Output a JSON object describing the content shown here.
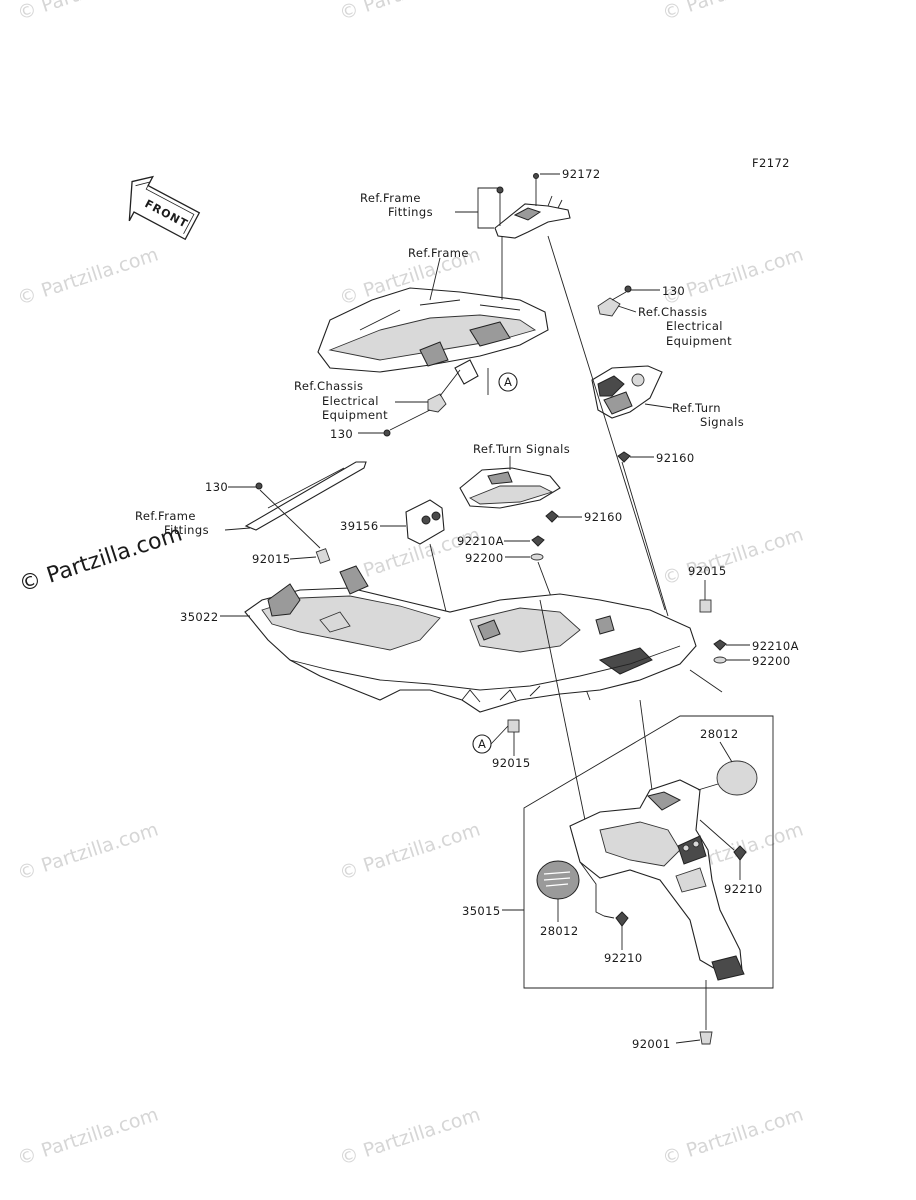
{
  "figure_code": "F2172",
  "front_arrow": "FRONT",
  "watermarks": {
    "text": "© Partzilla.com",
    "prominent_text": "© Partzilla.com"
  },
  "callouts": {
    "ref_frame_fittings_top_1": "Ref.Frame",
    "ref_frame_fittings_top_2": "Fittings",
    "part_92172": "92172",
    "ref_frame": "Ref.Frame",
    "part_130_right": "130",
    "ref_chassis_right_1": "Ref.Chassis",
    "ref_chassis_right_2": "Electrical",
    "ref_chassis_right_3": "Equipment",
    "ref_chassis_left_1": "Ref.Chassis",
    "ref_chassis_left_2": "Electrical",
    "ref_chassis_left_3": "Equipment",
    "part_130_left": "130",
    "marker_a": "A",
    "ref_turn_right_1": "Ref.Turn",
    "ref_turn_right_2": "Signals",
    "part_92160_right": "92160",
    "ref_turn_center": "Ref.Turn Signals",
    "part_130_mid": "130",
    "ref_frame_fittings_left_1": "Ref.Frame",
    "ref_frame_fittings_left_2": "Fittings",
    "part_39156": "39156",
    "part_92160_center": "92160",
    "part_92210A_center": "92210A",
    "part_92200_center": "92200",
    "part_92015_left": "92015",
    "part_92015_right": "92015",
    "part_35022": "35022",
    "part_92210A_right": "92210A",
    "part_92200_right": "92200",
    "part_92015_bottom": "92015",
    "part_28012_top": "28012",
    "part_92210_right": "92210",
    "part_35015": "35015",
    "part_28012_bottom": "28012",
    "part_92210_bottom": "92210",
    "part_92001": "92001"
  }
}
